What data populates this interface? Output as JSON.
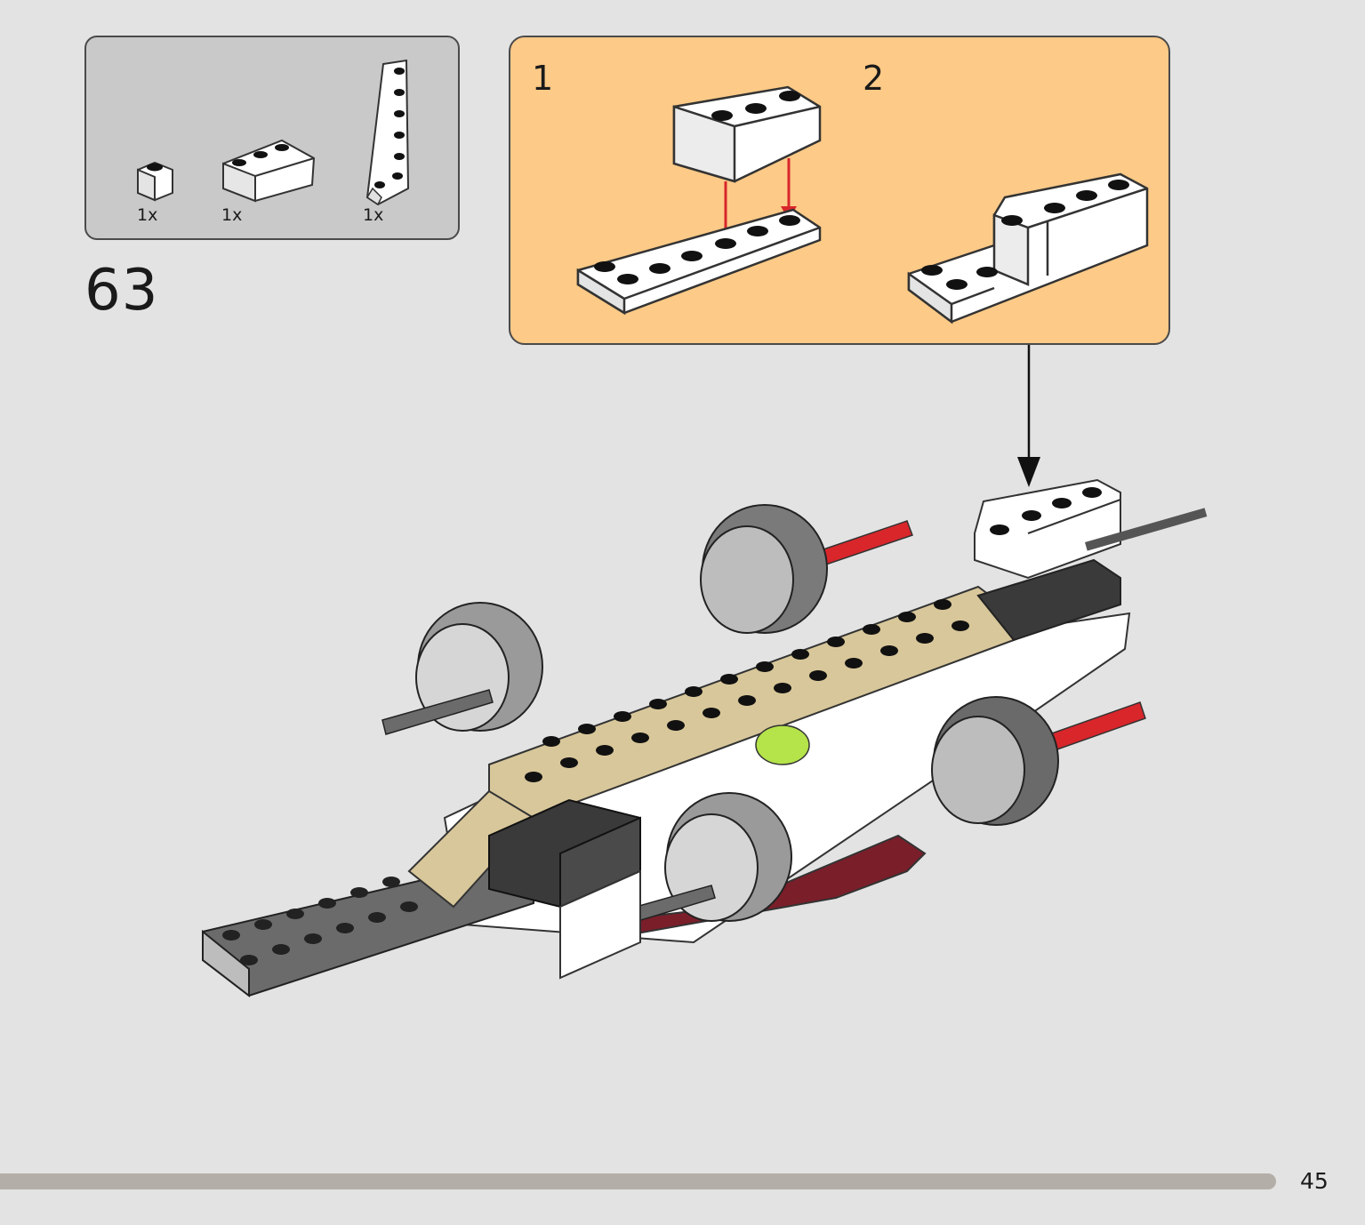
{
  "step": {
    "number": "63"
  },
  "parts": [
    {
      "qty": "1x",
      "icon": "brick-1x1-white-icon"
    },
    {
      "qty": "1x",
      "icon": "wedge-brick-white-icon"
    },
    {
      "qty": "1x",
      "icon": "wedge-plate-white-icon"
    }
  ],
  "substeps": [
    {
      "number": "1"
    },
    {
      "number": "2"
    }
  ],
  "page": {
    "number": "45"
  },
  "colors": {
    "page_bg": "#e3e3e3",
    "parts_bg": "#c9c9c9",
    "substep_bg": "#fdca87",
    "progress": "#b3aea7",
    "arrow_red": "#d8262b",
    "tan": "#d8c79a",
    "dark_gray": "#6b6b6b",
    "dark_red": "#7a1e2a"
  }
}
